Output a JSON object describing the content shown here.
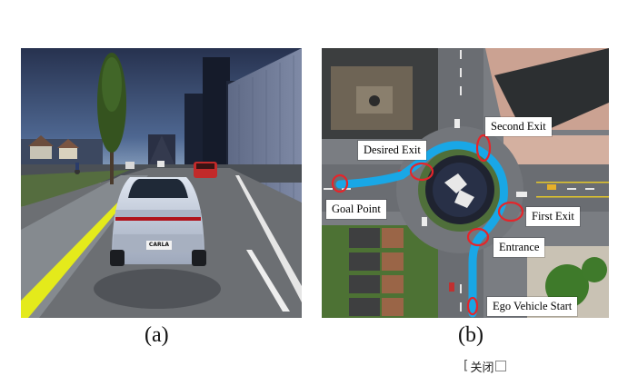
{
  "panel_a": {
    "plate_text": "CARLA",
    "caption": "(a)"
  },
  "panel_b": {
    "caption": "(b)",
    "labels": {
      "second_exit": "Second Exit",
      "desired_exit": "Desired Exit",
      "goal_point": "Goal Point",
      "first_exit": "First Exit",
      "entrance": "Entrance",
      "ego_start": "Ego Vehicle Start"
    },
    "colors": {
      "path": "#19a7e6",
      "marker": "#e5252a"
    }
  },
  "overlay": {
    "close_label": "关闭"
  }
}
